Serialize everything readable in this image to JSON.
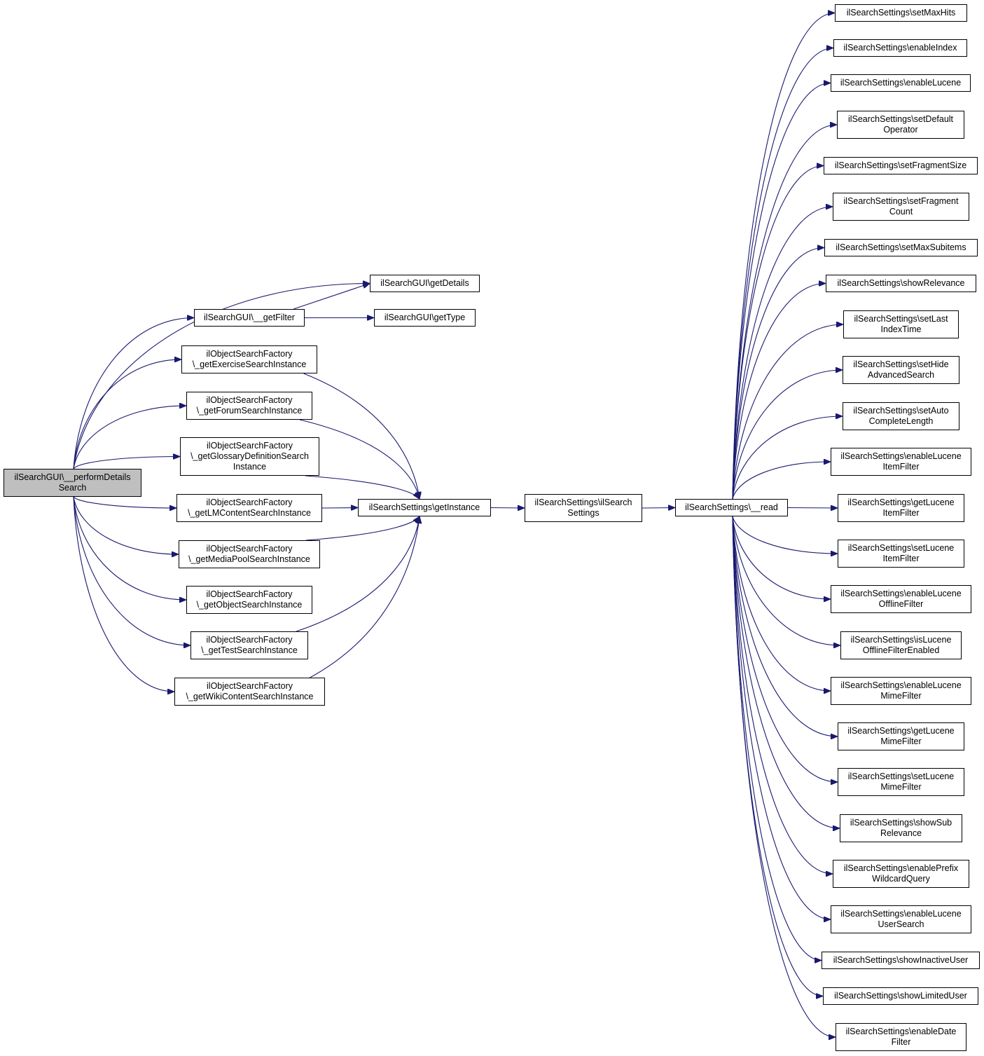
{
  "colors": {
    "edge": "#191970",
    "root_fill": "#bfbfbf",
    "node_fill": "#ffffff",
    "border": "#000000"
  },
  "nodes": {
    "performDetailsSearch": [
      "ilSearchGUI\\__performDetails",
      "Search"
    ],
    "getDetails": [
      "ilSearchGUI\\getDetails"
    ],
    "getFilter": [
      "ilSearchGUI\\__getFilter"
    ],
    "getType": [
      "ilSearchGUI\\getType"
    ],
    "exercise": [
      "ilObjectSearchFactory",
      "\\_getExerciseSearchInstance"
    ],
    "forum": [
      "ilObjectSearchFactory",
      "\\_getForumSearchInstance"
    ],
    "glossary": [
      "ilObjectSearchFactory",
      "\\_getGlossaryDefinitionSearch",
      "Instance"
    ],
    "lmcontent": [
      "ilObjectSearchFactory",
      "\\_getLMContentSearchInstance"
    ],
    "mediapool": [
      "ilObjectSearchFactory",
      "\\_getMediaPoolSearchInstance"
    ],
    "object": [
      "ilObjectSearchFactory",
      "\\_getObjectSearchInstance"
    ],
    "test": [
      "ilObjectSearchFactory",
      "\\_getTestSearchInstance"
    ],
    "wiki": [
      "ilObjectSearchFactory",
      "\\_getWikiContentSearchInstance"
    ],
    "getInstance": [
      "ilSearchSettings\\getInstance"
    ],
    "ctor": [
      "ilSearchSettings\\ilSearch",
      "Settings"
    ],
    "read": [
      "ilSearchSettings\\__read"
    ],
    "setMaxHits": [
      "ilSearchSettings\\setMaxHits"
    ],
    "enableIndex": [
      "ilSearchSettings\\enableIndex"
    ],
    "enableLucene": [
      "ilSearchSettings\\enableLucene"
    ],
    "setDefaultOperator": [
      "ilSearchSettings\\setDefault",
      "Operator"
    ],
    "setFragmentSize": [
      "ilSearchSettings\\setFragmentSize"
    ],
    "setFragmentCount": [
      "ilSearchSettings\\setFragment",
      "Count"
    ],
    "setMaxSubitems": [
      "ilSearchSettings\\setMaxSubitems"
    ],
    "showRelevance": [
      "ilSearchSettings\\showRelevance"
    ],
    "setLastIndexTime": [
      "ilSearchSettings\\setLast",
      "IndexTime"
    ],
    "setHideAdvancedSearch": [
      "ilSearchSettings\\setHide",
      "AdvancedSearch"
    ],
    "setAutoCompleteLength": [
      "ilSearchSettings\\setAuto",
      "CompleteLength"
    ],
    "enableLuceneItemFilter": [
      "ilSearchSettings\\enableLucene",
      "ItemFilter"
    ],
    "getLuceneItemFilter": [
      "ilSearchSettings\\getLucene",
      "ItemFilter"
    ],
    "setLuceneItemFilter": [
      "ilSearchSettings\\setLucene",
      "ItemFilter"
    ],
    "enableLuceneOfflineFilter": [
      "ilSearchSettings\\enableLucene",
      "OfflineFilter"
    ],
    "isLuceneOfflineFilterEnabled": [
      "ilSearchSettings\\isLucene",
      "OfflineFilterEnabled"
    ],
    "enableLuceneMimeFilter": [
      "ilSearchSettings\\enableLucene",
      "MimeFilter"
    ],
    "getLuceneMimeFilter": [
      "ilSearchSettings\\getLucene",
      "MimeFilter"
    ],
    "setLuceneMimeFilter": [
      "ilSearchSettings\\setLucene",
      "MimeFilter"
    ],
    "showSubRelevance": [
      "ilSearchSettings\\showSub",
      "Relevance"
    ],
    "enablePrefixWildcardQuery": [
      "ilSearchSettings\\enablePrefix",
      "WildcardQuery"
    ],
    "enableLuceneUserSearch": [
      "ilSearchSettings\\enableLucene",
      "UserSearch"
    ],
    "showInactiveUser": [
      "ilSearchSettings\\showInactiveUser"
    ],
    "showLimitedUser": [
      "ilSearchSettings\\showLimitedUser"
    ],
    "enableDateFilter": [
      "ilSearchSettings\\enableDate",
      "Filter"
    ]
  },
  "edges": [
    [
      "performDetailsSearch",
      "getDetails"
    ],
    [
      "performDetailsSearch",
      "getFilter"
    ],
    [
      "performDetailsSearch",
      "exercise"
    ],
    [
      "performDetailsSearch",
      "forum"
    ],
    [
      "performDetailsSearch",
      "glossary"
    ],
    [
      "performDetailsSearch",
      "lmcontent"
    ],
    [
      "performDetailsSearch",
      "mediapool"
    ],
    [
      "performDetailsSearch",
      "object"
    ],
    [
      "performDetailsSearch",
      "test"
    ],
    [
      "performDetailsSearch",
      "wiki"
    ],
    [
      "getFilter",
      "getDetails"
    ],
    [
      "getFilter",
      "getType"
    ],
    [
      "exercise",
      "getInstance"
    ],
    [
      "forum",
      "getInstance"
    ],
    [
      "glossary",
      "getInstance"
    ],
    [
      "lmcontent",
      "getInstance"
    ],
    [
      "mediapool",
      "getInstance"
    ],
    [
      "test",
      "getInstance"
    ],
    [
      "wiki",
      "getInstance"
    ],
    [
      "getInstance",
      "ctor"
    ],
    [
      "ctor",
      "read"
    ],
    [
      "read",
      "setMaxHits"
    ],
    [
      "read",
      "enableIndex"
    ],
    [
      "read",
      "enableLucene"
    ],
    [
      "read",
      "setDefaultOperator"
    ],
    [
      "read",
      "setFragmentSize"
    ],
    [
      "read",
      "setFragmentCount"
    ],
    [
      "read",
      "setMaxSubitems"
    ],
    [
      "read",
      "showRelevance"
    ],
    [
      "read",
      "setLastIndexTime"
    ],
    [
      "read",
      "setHideAdvancedSearch"
    ],
    [
      "read",
      "setAutoCompleteLength"
    ],
    [
      "read",
      "enableLuceneItemFilter"
    ],
    [
      "read",
      "getLuceneItemFilter"
    ],
    [
      "read",
      "setLuceneItemFilter"
    ],
    [
      "read",
      "enableLuceneOfflineFilter"
    ],
    [
      "read",
      "isLuceneOfflineFilterEnabled"
    ],
    [
      "read",
      "enableLuceneMimeFilter"
    ],
    [
      "read",
      "getLuceneMimeFilter"
    ],
    [
      "read",
      "setLuceneMimeFilter"
    ],
    [
      "read",
      "showSubRelevance"
    ],
    [
      "read",
      "enablePrefixWildcardQuery"
    ],
    [
      "read",
      "enableLuceneUserSearch"
    ],
    [
      "read",
      "showInactiveUser"
    ],
    [
      "read",
      "showLimitedUser"
    ],
    [
      "read",
      "enableDateFilter"
    ]
  ]
}
